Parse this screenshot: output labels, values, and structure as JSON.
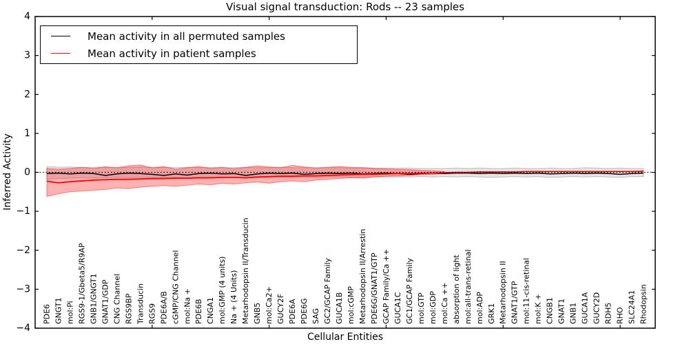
{
  "chart_data": {
    "type": "line",
    "title": "Visual signal transduction: Rods -- 23 samples",
    "xlabel": "Cellular Entities",
    "ylabel": "Inferred Activity",
    "xlim": [
      0,
      53
    ],
    "ylim": [
      -4,
      4
    ],
    "grid": false,
    "legend_position": "upper left",
    "ytick_values": [
      4,
      3,
      2,
      1,
      0,
      -1,
      -2,
      -3,
      -4
    ],
    "ytick_labels": [
      "4",
      "3",
      "2",
      "1",
      "0",
      "−1",
      "−2",
      "−3",
      "−4"
    ],
    "xtick_values": [
      10,
      20,
      30,
      40,
      50
    ],
    "categories": [
      "PDE6",
      "GNGT1",
      "mol:Pi",
      "RGS9-1/Gbeta5/R9AP",
      "GNB1/GNGT1",
      "GNAT1/GDP",
      "CNG Channel",
      "RGS9BP",
      "Transducin",
      "RGS9",
      "PDE6A/B",
      "cGMP/CNG Channel",
      "mol:Na +",
      "PDE6B",
      "CNGA1",
      "mol:GMP (4 units)",
      "Na + (4 Units)",
      "Metarhodopsin II/Transducin",
      "GNB5",
      "mol:Ca2+",
      "GUCY2F",
      "PDE6A",
      "PDE6G",
      "SAG",
      "GC2/GCAP Family",
      "GUCA1B",
      "mol:cGMP",
      "Metarhodopsin II/Arrestin",
      "PDE6G/GNAT1/GTP",
      "GCAP Family/Ca ++",
      "GUCA1C",
      "GC1/GCAP Family",
      "mol:GTP",
      "mol:GDP",
      "mol:Ca ++",
      "absorption of light",
      "mol:all-trans-retinal",
      "mol:ADP",
      "GRK1",
      "Metarhodopsin II",
      "GNAT1/GTP",
      "mol:11-cis-retinal",
      "mol:K +",
      "CNGB1",
      "GNAT1",
      "GNB1",
      "GUCA1A",
      "GUCY2D",
      "RDH5",
      "RHO",
      "SLC24A1",
      "Rhodopsin"
    ],
    "zero_line": {
      "y": 0,
      "style": "dotted",
      "color": "#000000"
    },
    "series": [
      {
        "name": "Mean activity in all permuted samples",
        "color": "#000000",
        "x_start": 1,
        "values": [
          -0.03,
          -0.02,
          -0.04,
          -0.02,
          -0.03,
          -0.08,
          -0.04,
          -0.02,
          -0.03,
          -0.05,
          -0.08,
          -0.04,
          -0.07,
          -0.03,
          -0.02,
          -0.04,
          -0.03,
          -0.08,
          -0.04,
          -0.02,
          -0.03,
          -0.02,
          -0.05,
          -0.03,
          -0.02,
          -0.03,
          -0.02,
          -0.04,
          -0.03,
          -0.02,
          -0.03,
          -0.05,
          -0.03,
          -0.02,
          -0.03,
          -0.02,
          -0.02,
          -0.03,
          -0.02,
          -0.03,
          -0.02,
          -0.03,
          -0.02,
          -0.04,
          -0.03,
          -0.02,
          -0.03,
          -0.02,
          -0.03,
          -0.05,
          -0.03,
          -0.02
        ]
      },
      {
        "name": "Mean activity in patient samples",
        "color": "#ff0000",
        "x_start": 1,
        "values": [
          -0.23,
          -0.27,
          -0.24,
          -0.22,
          -0.2,
          -0.19,
          -0.18,
          -0.18,
          -0.17,
          -0.16,
          -0.16,
          -0.15,
          -0.15,
          -0.14,
          -0.14,
          -0.13,
          -0.13,
          -0.14,
          -0.12,
          -0.11,
          -0.1,
          -0.1,
          -0.09,
          -0.09,
          -0.08,
          -0.07,
          -0.06,
          -0.05,
          -0.05,
          -0.04,
          -0.03,
          -0.03,
          -0.02,
          -0.02,
          -0.01,
          0.0,
          0.0,
          0.01,
          0.01,
          0.01,
          0.01,
          0.02,
          0.02,
          0.02,
          0.02,
          0.02,
          0.02,
          0.02,
          0.02,
          0.02,
          0.02,
          0.03
        ]
      }
    ],
    "bands": [
      {
        "name": "permuted-samples-range",
        "color": "#000000",
        "fill_opacity": 0.1,
        "edge_opacity": 0.22,
        "x_start": 1,
        "upper": [
          0.15,
          0.13,
          0.14,
          0.12,
          0.13,
          0.14,
          0.12,
          0.13,
          0.14,
          0.12,
          0.13,
          0.12,
          0.13,
          0.12,
          0.13,
          0.12,
          0.12,
          0.13,
          0.12,
          0.12,
          0.13,
          0.12,
          0.12,
          0.12,
          0.12,
          0.12,
          0.11,
          0.12,
          0.11,
          0.11,
          0.11,
          0.11,
          0.1,
          0.1,
          0.1,
          0.11,
          0.1,
          0.11,
          0.1,
          0.1,
          0.11,
          0.1,
          0.1,
          0.11,
          0.1,
          0.1,
          0.12,
          0.11,
          0.1,
          0.11,
          0.1,
          0.1
        ],
        "lower": [
          -0.18,
          -0.16,
          -0.15,
          -0.14,
          -0.15,
          -0.14,
          -0.13,
          -0.14,
          -0.13,
          -0.14,
          -0.13,
          -0.13,
          -0.14,
          -0.13,
          -0.13,
          -0.13,
          -0.13,
          -0.14,
          -0.13,
          -0.13,
          -0.12,
          -0.13,
          -0.12,
          -0.13,
          -0.12,
          -0.12,
          -0.13,
          -0.12,
          -0.12,
          -0.12,
          -0.12,
          -0.12,
          -0.11,
          -0.12,
          -0.11,
          -0.12,
          -0.11,
          -0.12,
          -0.13,
          -0.12,
          -0.11,
          -0.12,
          -0.11,
          -0.13,
          -0.12,
          -0.11,
          -0.12,
          -0.11,
          -0.12,
          -0.13,
          -0.11,
          -0.11
        ]
      },
      {
        "name": "patient-samples-range",
        "color": "#ff0000",
        "fill_opacity": 0.3,
        "edge_opacity": 0.45,
        "x_start": 1,
        "upper": [
          0.1,
          0.08,
          0.1,
          0.13,
          0.1,
          0.14,
          0.12,
          0.17,
          0.19,
          0.12,
          0.15,
          0.08,
          0.12,
          0.15,
          0.1,
          0.13,
          0.09,
          0.13,
          0.17,
          0.14,
          0.12,
          0.18,
          0.14,
          0.11,
          0.13,
          0.15,
          0.13,
          0.12,
          0.1,
          0.09,
          0.08,
          0.07,
          0.05,
          0.04,
          0.02
        ],
        "lower": [
          -0.62,
          -0.55,
          -0.5,
          -0.48,
          -0.46,
          -0.44,
          -0.4,
          -0.42,
          -0.38,
          -0.36,
          -0.34,
          -0.36,
          -0.33,
          -0.3,
          -0.32,
          -0.28,
          -0.3,
          -0.27,
          -0.25,
          -0.28,
          -0.24,
          -0.22,
          -0.24,
          -0.2,
          -0.18,
          -0.16,
          -0.14,
          -0.15,
          -0.12,
          -0.1,
          -0.09,
          -0.08,
          -0.06,
          -0.05,
          -0.03
        ]
      }
    ]
  }
}
